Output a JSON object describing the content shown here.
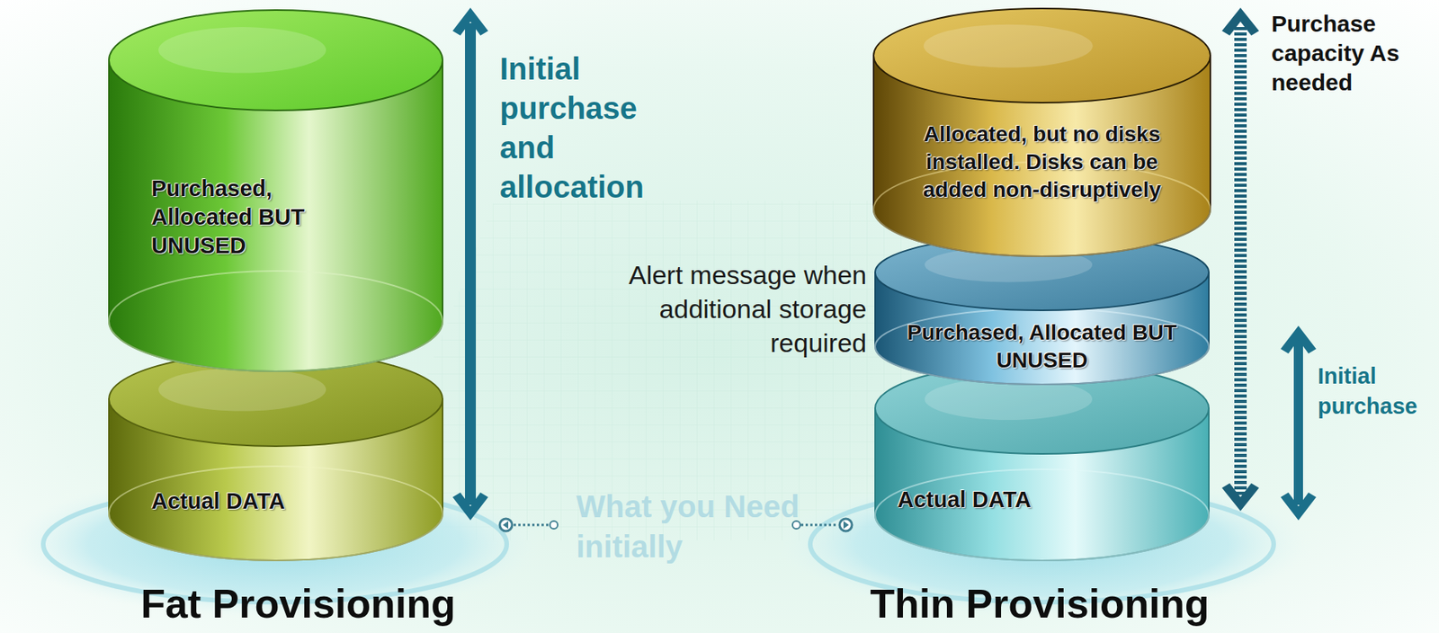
{
  "diagram": {
    "nodes": [
      {
        "text": [
          "Purchased, Allocated BUT UNUSED"
        ]
      },
      {
        "text": [
          "Actual DATA"
        ]
      },
      {
        "text": [
          "Allocated, but no disks installed. Disks can be added non-disruptively"
        ]
      },
      {
        "text": [
          "Purchased, Allocated BUT UNUSED"
        ]
      },
      {
        "text": [
          "Actual DATA"
        ]
      }
    ],
    "labels": [
      "Initial purchase and allocation",
      "What you Need initially",
      "Alert message when additional storage required",
      "Purchase capacity As needed",
      "Initial purchase",
      "Fat Provisioning",
      "Thin Provisioning"
    ]
  }
}
